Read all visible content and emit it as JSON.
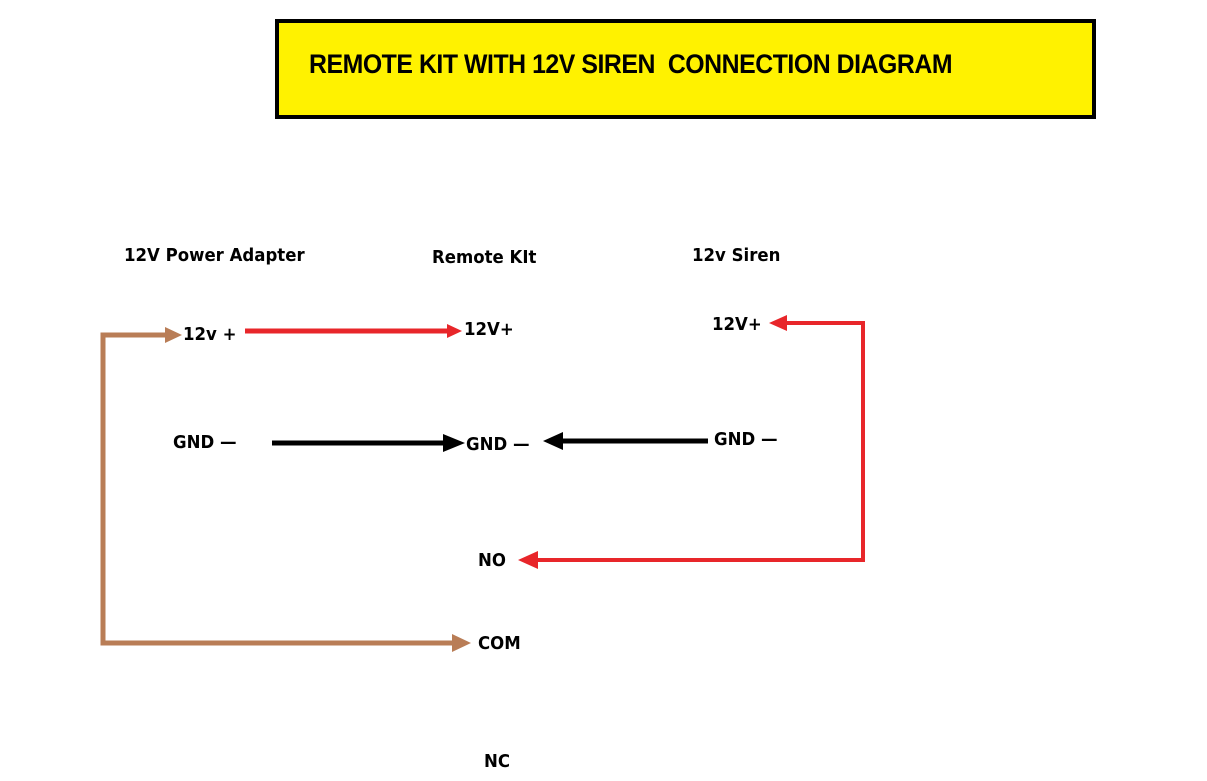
{
  "title": "REMOTE KIT WITH 12V SIREN  CONNECTION DIAGRAM",
  "colors": {
    "title_bg": "#fff200",
    "positive_wire": "#e8262a",
    "ground_wire": "#000000",
    "common_wire": "#b97d56"
  },
  "devices": {
    "adapter": {
      "name": "12V Power Adapter",
      "terminals": {
        "positive": "12v +",
        "ground": "GND —"
      }
    },
    "remote_kit": {
      "name": "Remote KIt",
      "terminals": {
        "positive": "12V+",
        "ground": "GND —",
        "no": "NO",
        "com": "COM",
        "nc": "NC"
      }
    },
    "siren": {
      "name": "12v Siren",
      "terminals": {
        "positive": "12V+",
        "ground": "GND —"
      }
    }
  },
  "connections": [
    {
      "from": "adapter.positive",
      "to": "remote_kit.positive",
      "color": "positive_wire"
    },
    {
      "from": "adapter.ground",
      "to": "remote_kit.ground",
      "color": "ground_wire"
    },
    {
      "from": "siren.ground",
      "to": "remote_kit.ground",
      "color": "ground_wire"
    },
    {
      "from": "remote_kit.no",
      "to": "siren.positive",
      "color": "positive_wire"
    },
    {
      "from": "adapter.positive",
      "to": "remote_kit.com",
      "color": "common_wire"
    }
  ]
}
